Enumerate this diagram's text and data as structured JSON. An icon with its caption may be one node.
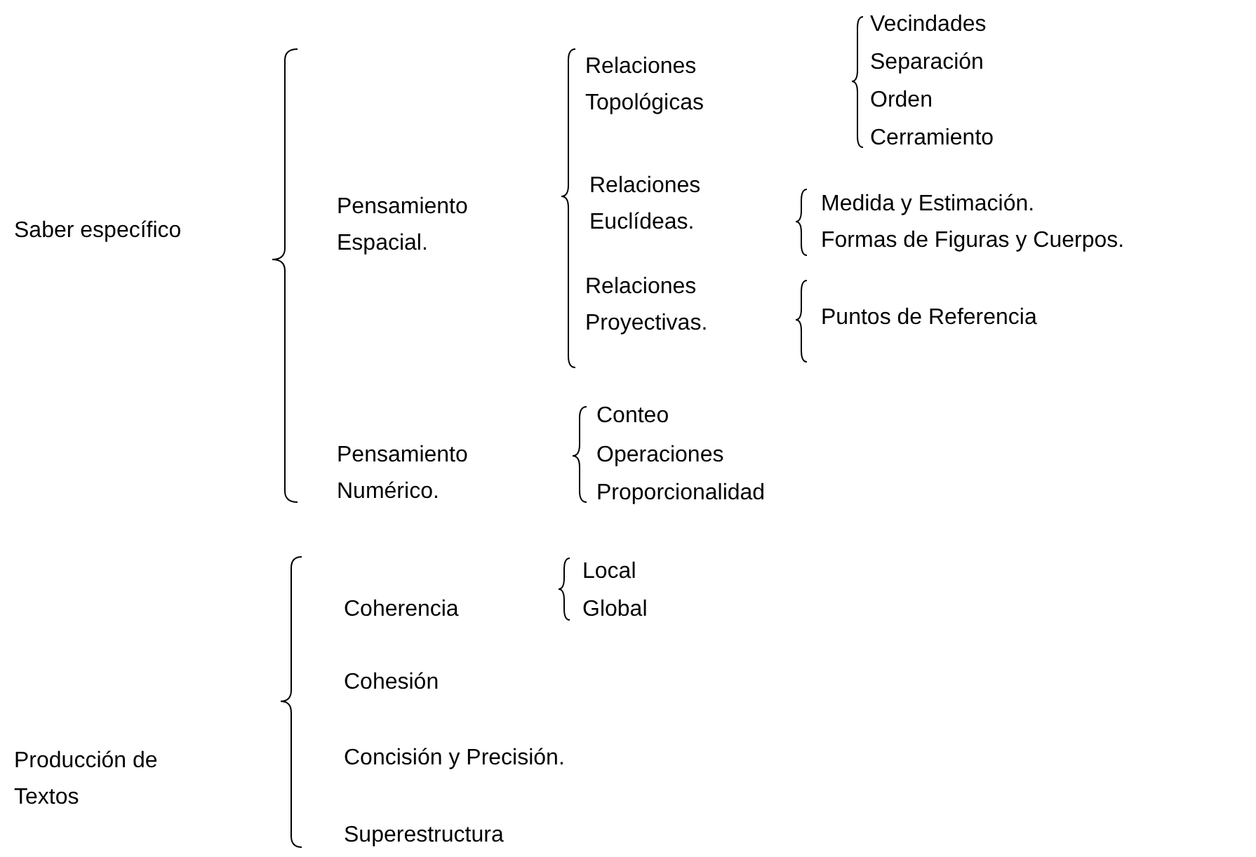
{
  "diagram": {
    "labels": [
      "Saber específico",
      "Pensamiento Espacial.",
      "Relaciones Topológicas",
      "Vecindades",
      "Separación",
      "Orden",
      "Cerramiento",
      "Relaciones Euclídeas.",
      "Medida y Estimación.",
      "Formas de Figuras y Cuerpos.",
      "Relaciones Proyectivas.",
      "Puntos de Referencia",
      "Pensamiento Numérico.",
      "Conteo",
      "Operaciones",
      "Proporcionalidad",
      "Producción de Textos",
      "Coherencia",
      "Local",
      "Global",
      "Cohesión",
      "Concisión y Precisión.",
      "Superestructura"
    ]
  }
}
